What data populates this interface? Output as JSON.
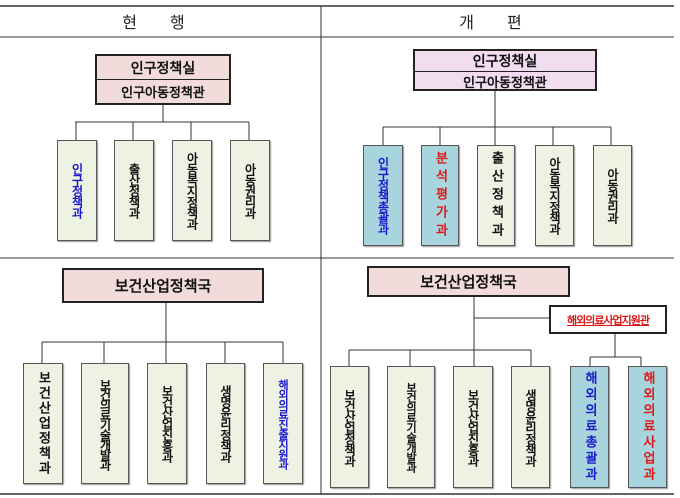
{
  "headers": {
    "current": "현 행",
    "reorganized": "개 편"
  },
  "current": {
    "population": {
      "title": "인구정책실",
      "subtitle": "인구아동정책관",
      "divisions": [
        "인구정책과",
        "출산정책과",
        "아동복지정책과",
        "아동권리과"
      ]
    },
    "health": {
      "title": "보건산업정책국",
      "divisions": [
        "보건산업정책과",
        "보건의료기술개발과",
        "보건산업진흥과",
        "생명윤리정책과",
        "해외의료진출지원과"
      ]
    }
  },
  "reorganized": {
    "population": {
      "title": "인구정책실",
      "subtitle": "인구아동정책관",
      "divisions": [
        "인구정책총괄과",
        "분석평가과",
        "출산정책과",
        "아동복지정책과",
        "아동권리과"
      ]
    },
    "health": {
      "title": "보건산업정책국",
      "branch": "해외의료사업지원관",
      "divisions": [
        "보건산업정책과",
        "보건의료기술개발과",
        "보건산업진흥과",
        "생명윤리정책과"
      ],
      "branch_divisions": [
        "해외의료총괄과",
        "해외의료사업과"
      ]
    }
  },
  "colors": {
    "current_head": "#f2dcdb",
    "new_head": "#f2dcf0",
    "division": "#eef2e3",
    "new_division": "#a8d4de",
    "highlight_blue": "#1a1acc",
    "highlight_red": "#dd1a1a"
  }
}
